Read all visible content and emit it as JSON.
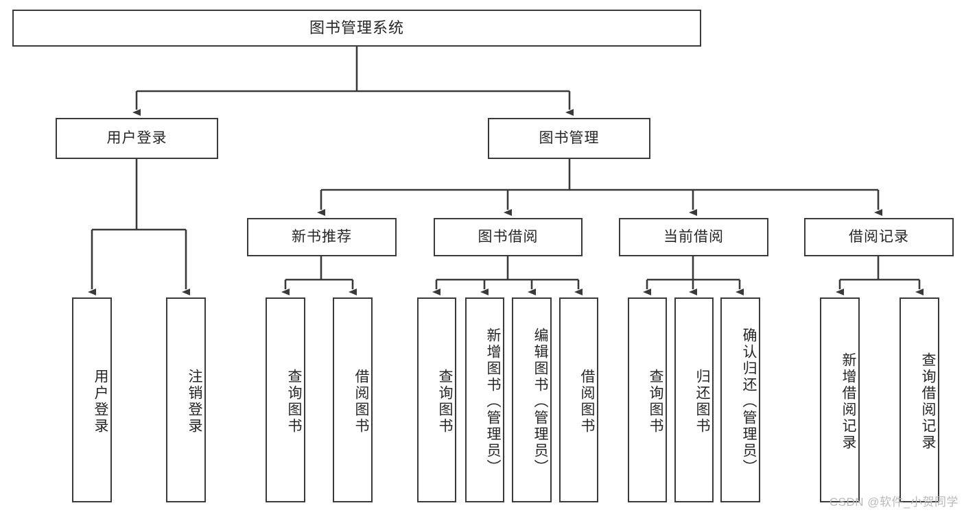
{
  "diagram": {
    "title": "图书管理系统",
    "type": "tree-hierarchy-diagram",
    "root": {
      "label": "图书管理系统"
    },
    "level2": [
      {
        "label": "用户登录"
      },
      {
        "label": "图书管理"
      }
    ],
    "level3": [
      {
        "label": "新书推荐"
      },
      {
        "label": "图书借阅"
      },
      {
        "label": "当前借阅"
      },
      {
        "label": "借阅记录"
      }
    ],
    "leaves": {
      "user_login": [
        {
          "label": "用户登录"
        },
        {
          "label": "注销登录"
        }
      ],
      "new_book_recommend": [
        {
          "label": "查询图书"
        },
        {
          "label": "借阅图书"
        }
      ],
      "book_borrow": [
        {
          "label": "查询图书"
        },
        {
          "label": "新增图书（管理员）"
        },
        {
          "label": "编辑图书（管理员）"
        },
        {
          "label": "借阅图书"
        }
      ],
      "current_borrow": [
        {
          "label": "查询图书"
        },
        {
          "label": "归还图书"
        },
        {
          "label": "确认归还（管理员）"
        }
      ],
      "borrow_record": [
        {
          "label": "新增借阅记录"
        },
        {
          "label": "查询借阅记录"
        }
      ]
    }
  },
  "watermark": {
    "text": "CSDN @软件_小贺同学"
  },
  "colors": {
    "border": "#3a3a3a",
    "text": "#262626",
    "background": "#ffffff",
    "watermark": "#b9b9b9"
  }
}
